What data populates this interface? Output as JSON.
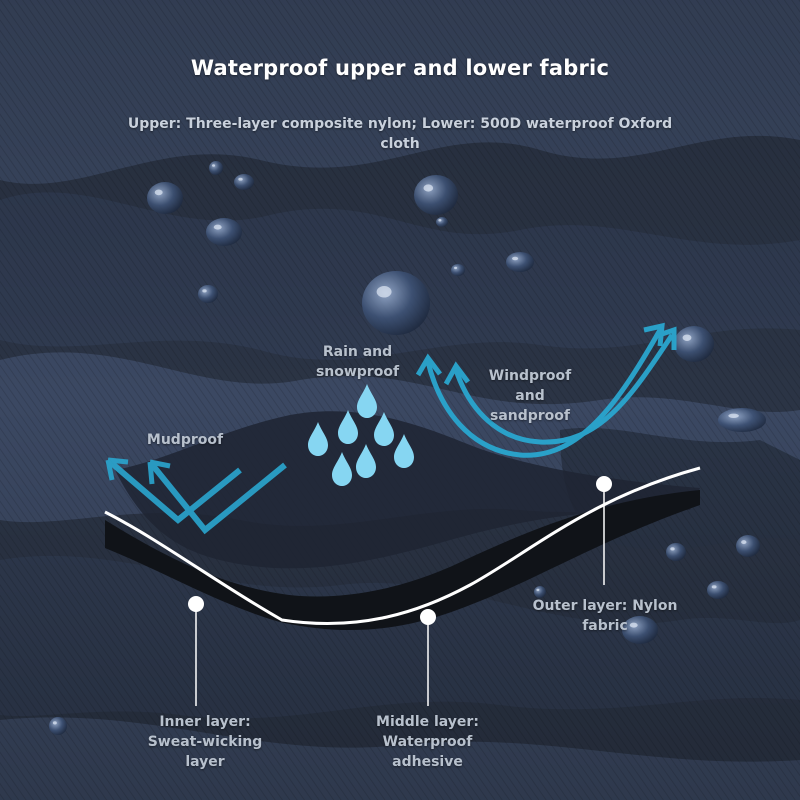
{
  "title": "Waterproof upper and lower fabric",
  "subtitle_line1": "Upper: Three-layer composite nylon; Lower: 500D waterproof Oxford",
  "subtitle_line2": "cloth",
  "features": {
    "rain": [
      "Rain and",
      "snowproof"
    ],
    "wind": [
      "Windproof",
      "and",
      "sandproof"
    ],
    "mud": [
      "Mudproof"
    ]
  },
  "layers": {
    "outer": [
      "Outer layer: Nylon",
      "fabric"
    ],
    "inner": [
      "Inner layer:",
      "Sweat-wicking",
      "layer"
    ],
    "middle": [
      "Middle layer:",
      "Waterproof",
      "adhesive"
    ]
  },
  "colors": {
    "arrow": "#2aa6cf",
    "raindrop": "#86d6f2",
    "title_text": "#ffffff",
    "label_text": "#b8c1cd",
    "fabric_dark": "#262d3a",
    "fabric_camo": "#3c4a63"
  },
  "icons": [
    "water-droplet-icon",
    "wind-arrow-icon",
    "mud-arrow-icon"
  ]
}
